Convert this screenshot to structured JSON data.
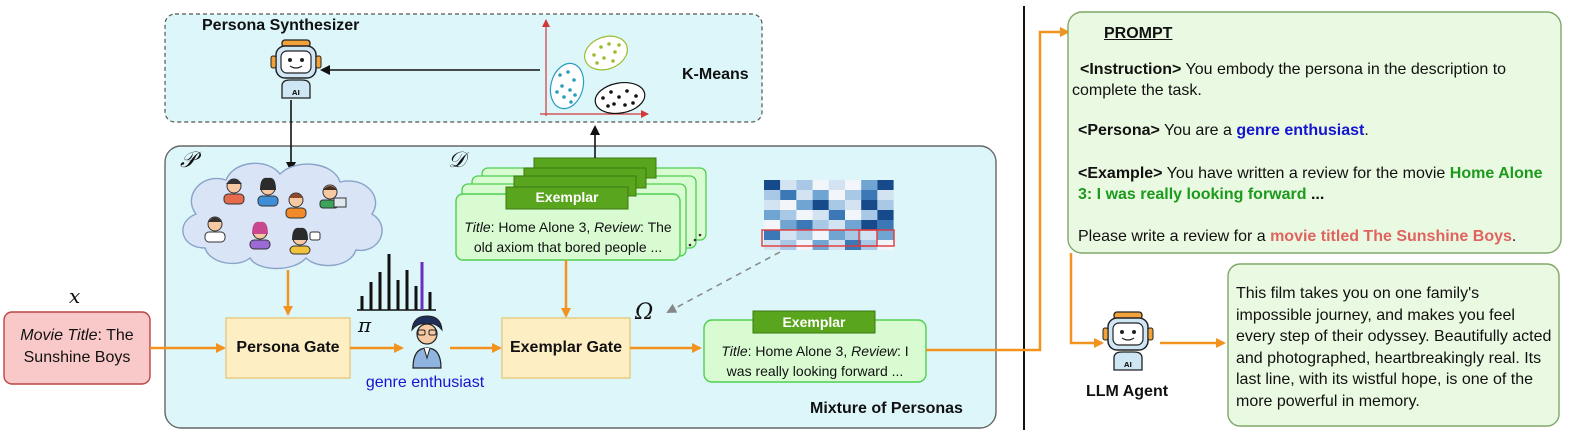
{
  "synthesizer": {
    "title": "Persona Synthesizer",
    "kmeans_label": "K-Means"
  },
  "mixture": {
    "label": "Mixture of Personas",
    "persona_set_symbol": "𝒫",
    "exemplar_set_symbol": "𝒟"
  },
  "input": {
    "symbol": "x",
    "field": "Movie Title",
    "value": ": The Sunshine Boys"
  },
  "persona_gate": {
    "label": "Persona Gate",
    "weight_symbol": "π"
  },
  "selected_persona": {
    "label": "genre enthusiast"
  },
  "exemplar_gate": {
    "label": "Exemplar Gate",
    "weight_symbol": "Ω"
  },
  "exemplar_stack": {
    "tab": "Exemplar",
    "title_key": "Title",
    "title_value": ": Home Alone 3, ",
    "review_key": "Review",
    "review_value": ": The old axiom that bored people ..."
  },
  "selected_exemplar": {
    "tab": "Exemplar",
    "title_key": "Title",
    "title_value": ": Home Alone 3, ",
    "review_key": "Review",
    "review_value": ": I was really looking forward ..."
  },
  "prompt": {
    "heading": "PROMPT",
    "instruction_tag": "<Instruction>",
    "instruction_text": " You embody the persona in the description to complete the task.",
    "persona_tag": "<Persona>",
    "persona_text": " You are a ",
    "persona_value": "genre enthusiast",
    "persona_end": ".",
    "example_tag": "<Example>",
    "example_text": "  You have written a review for the movie ",
    "example_value": "Home Alone 3: I was really looking forward",
    "example_end": " ...",
    "request_text": "Please write a review for a ",
    "request_value": "movie titled The Sunshine Boys",
    "request_end": "."
  },
  "agent": {
    "label": "LLM Agent"
  },
  "output": {
    "text": "This film takes you on one family's impossible journey, and makes you feel every step of their odyssey. Beautifully acted and photographed, heartbreakingly real. Its last line, with its wistful hope, is one of the more powerful in memory."
  },
  "colors": {
    "arrow": "#f2921f",
    "panel_cyan": "#dcf6fa",
    "card_green": "#d9fbd2",
    "tab_green": "#5aa51e",
    "gate_fill": "#fdeec4",
    "input_fill": "#f9c9c9",
    "heat_blue": "#1d4f8f"
  }
}
